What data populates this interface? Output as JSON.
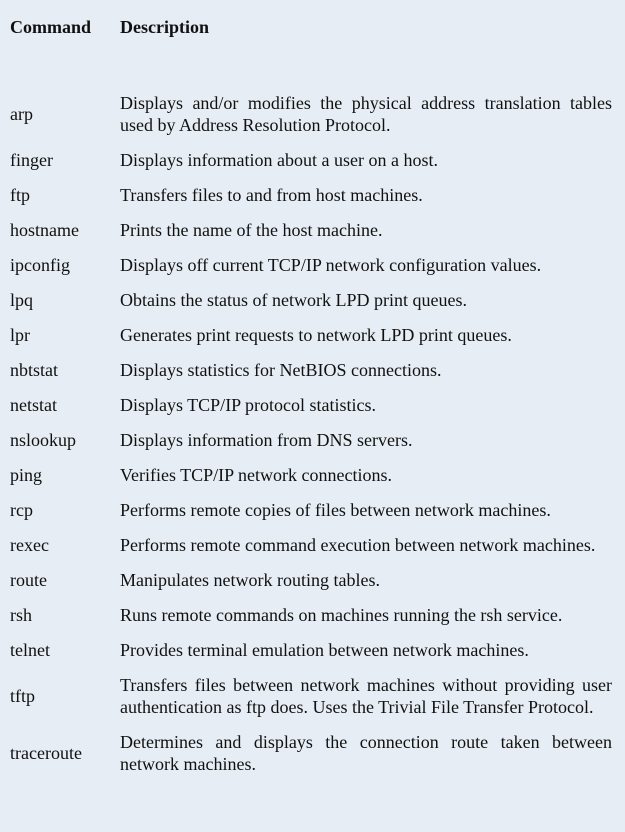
{
  "table": {
    "headers": [
      "Command",
      "Description"
    ],
    "rows": [
      {
        "command": "arp",
        "description": "Displays and/or modifies the physical address translation tables used by Address Resolution Protocol."
      },
      {
        "command": "finger",
        "description": "Displays information about a user on a host."
      },
      {
        "command": "ftp",
        "description": "Transfers files to and from host machines."
      },
      {
        "command": "hostname",
        "description": "Prints the name of the host machine."
      },
      {
        "command": "ipconfig",
        "description": "Displays off current TCP/IP network configuration values."
      },
      {
        "command": "lpq",
        "description": "Obtains the status of network LPD print queues."
      },
      {
        "command": "lpr",
        "description": "Generates print requests to network LPD print queues."
      },
      {
        "command": "nbtstat",
        "description": "Displays statistics for NetBIOS connections."
      },
      {
        "command": "netstat",
        "description": "Displays TCP/IP protocol statistics."
      },
      {
        "command": "nslookup",
        "description": "Displays information from DNS servers."
      },
      {
        "command": "ping",
        "description": "Verifies TCP/IP network connections."
      },
      {
        "command": "rcp",
        "description": "Performs remote copies of files between network machines."
      },
      {
        "command": "rexec",
        "description": "Performs remote command execution between network machines."
      },
      {
        "command": "route",
        "description": "Manipulates network routing tables."
      },
      {
        "command": "rsh",
        "description": "Runs remote commands on machines running the rsh service."
      },
      {
        "command": "telnet",
        "description": "Provides terminal emulation between network machines."
      },
      {
        "command": "tftp",
        "description": "Transfers files between network machines without providing user authentication as ftp does. Uses the Trivial File Transfer Protocol."
      },
      {
        "command": "traceroute",
        "description": "Determines and displays the connection route taken between network machines."
      }
    ]
  }
}
